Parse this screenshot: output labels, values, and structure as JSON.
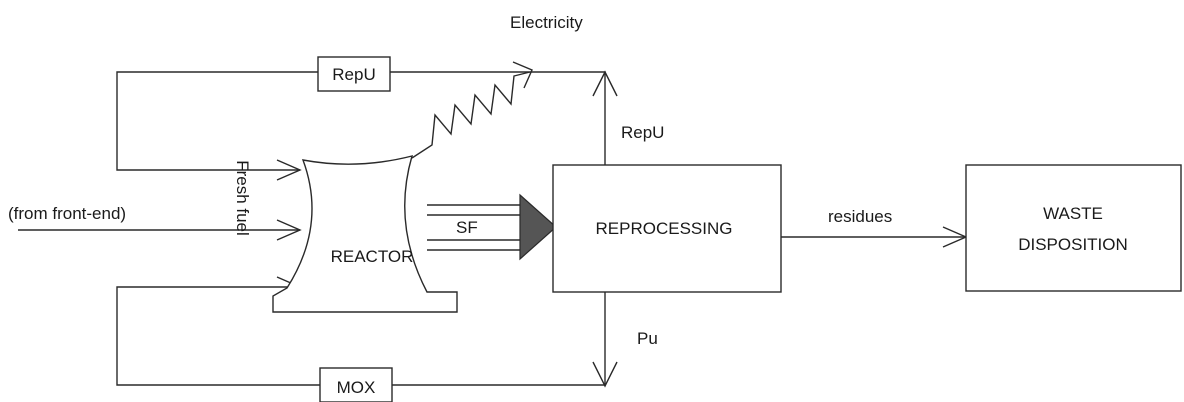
{
  "diagram": {
    "labels": {
      "electricity": "Electricity",
      "repu_box": "RepU",
      "repu_arrow": "RepU",
      "from_front_end": "(from front-end)",
      "fresh_fuel": "Fresh fuel",
      "reactor": "REACTOR",
      "sf": "SF",
      "reprocessing": "REPROCESSING",
      "residues": "residues",
      "waste_line1": "WASTE",
      "waste_line2": "DISPOSITION",
      "pu": "Pu",
      "mox": "MOX"
    },
    "colors": {
      "line": "#2a2a2a",
      "sf_arrow_fill": "#555555",
      "text": "#1a1a1a"
    }
  }
}
